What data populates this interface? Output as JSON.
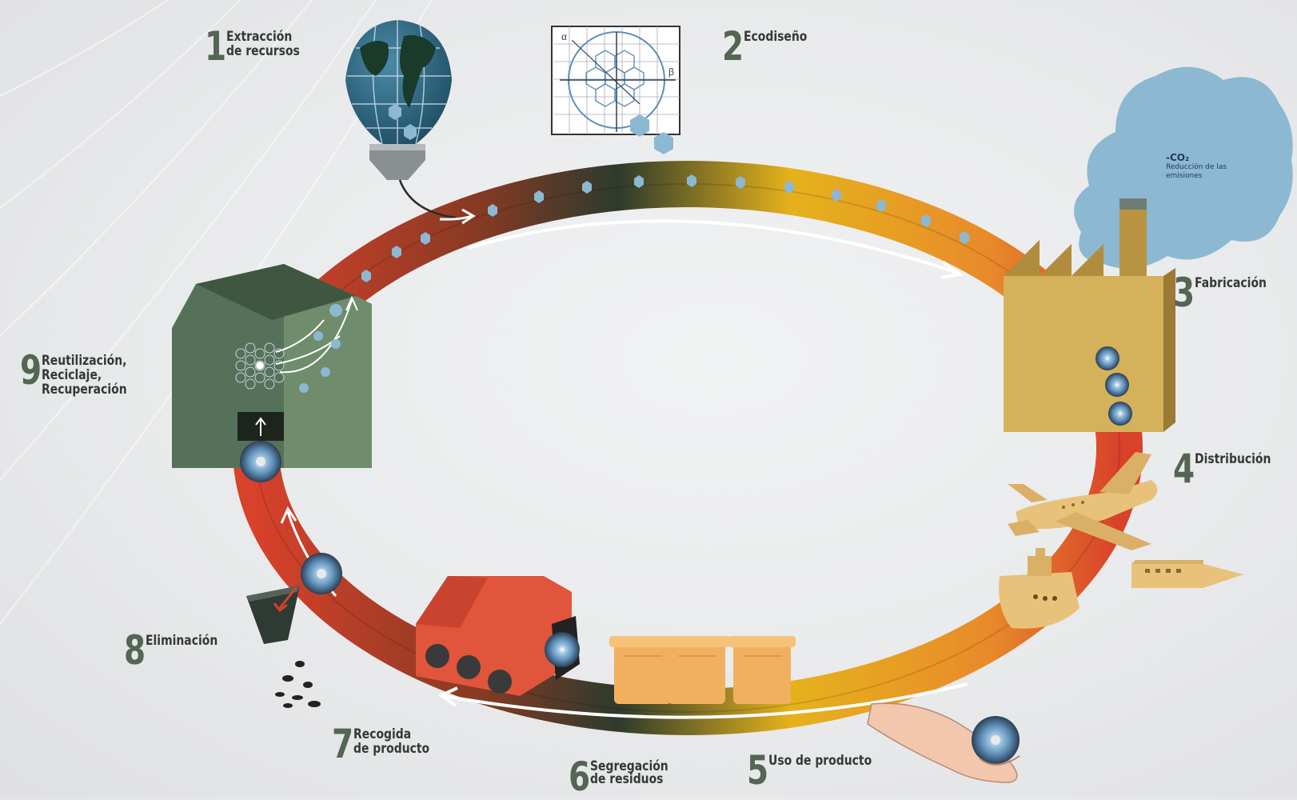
{
  "colors": {
    "ring_red": "#d8412a",
    "ring_orange": "#e88a2a",
    "ring_yellow": "#e6b21c",
    "ring_dark": "#2e3a2c",
    "factory": "#c9a44c",
    "recycle_building": "#4f6a4c",
    "cloud": "#8cb8d2",
    "truck": "#e0553b",
    "bins": "#f0b060",
    "transport": "#e8c27a",
    "label_number": "#556554"
  },
  "stages": [
    {
      "number": "1",
      "lines": [
        "Extracción",
        "de recursos"
      ],
      "icon": "globe-icon"
    },
    {
      "number": "2",
      "lines": [
        "Ecodiseño"
      ],
      "icon": "design-grid-icon"
    },
    {
      "number": "3",
      "lines": [
        "Fabricación"
      ],
      "icon": "factory-icon"
    },
    {
      "number": "4",
      "lines": [
        "Distribución"
      ],
      "icon": "transport-icon"
    },
    {
      "number": "5",
      "lines": [
        "Uso de producto"
      ],
      "icon": "hand-disc-icon"
    },
    {
      "number": "6",
      "lines": [
        "Segregación",
        "de residuos"
      ],
      "icon": "bins-icon"
    },
    {
      "number": "7",
      "lines": [
        "Recogida",
        "de producto"
      ],
      "icon": "truck-icon"
    },
    {
      "number": "8",
      "lines": [
        "Eliminación"
      ],
      "icon": "disposal-bin-icon"
    },
    {
      "number": "9",
      "lines": [
        "Reutilización,",
        "Reciclaje,",
        "Recuperación"
      ],
      "icon": "recycling-building-icon"
    }
  ],
  "emissions": {
    "title": "-CO₂",
    "subtitle": "Reducción de las emisiones"
  },
  "design_axis": {
    "alpha": "α",
    "beta": "β"
  }
}
